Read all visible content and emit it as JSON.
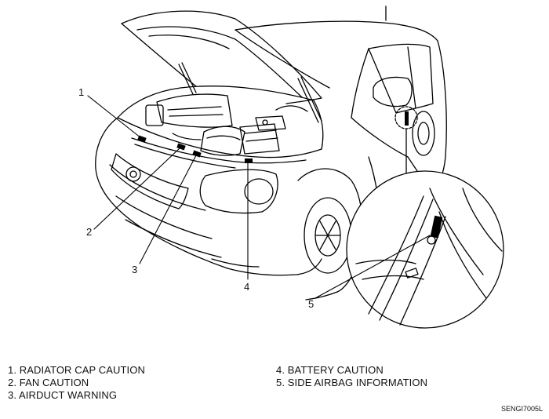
{
  "callouts": [
    "1",
    "2",
    "3",
    "4",
    "5"
  ],
  "legend": [
    "1. RADIATOR CAP CAUTION",
    "2. FAN CAUTION",
    "3. AIRDUCT WARNING",
    "4. BATTERY CAUTION",
    "5. SIDE AIRBAG INFORMATION"
  ],
  "figure_code": "SENGI7005L"
}
